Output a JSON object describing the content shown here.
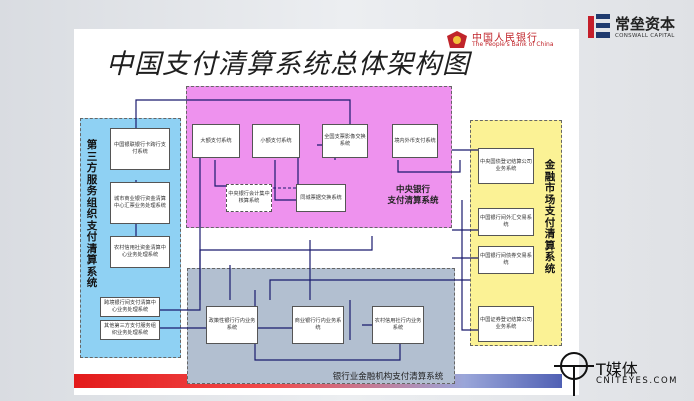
{
  "title": "中国支付清算系统总体架构图",
  "pboc": {
    "name_cn": "中国人民银行",
    "name_en": "The People's Bank of China"
  },
  "watermark_top": {
    "name_cn": "常垒资本",
    "name_en": "CONSWALL CAPITAL"
  },
  "watermark_bottom": {
    "name_cn": "T媒体",
    "name_en": "CNITEYES.COM"
  },
  "regions": {
    "central": "中央银行\n支付清算系统",
    "third_party": "第三方服务组织支付清算系统",
    "market": "金融市场支付清算系统",
    "banking": "银行业金融机构支付清算系统"
  },
  "central_boxes": {
    "hvps": "大额支付系统",
    "bepps": "小额支付系统",
    "ccms": "全国支票影像交换系统",
    "fx": "境内外币支付系统",
    "cbdc_central": "中央银行会计集中核算系统",
    "local": "同城票据交换系统"
  },
  "third_boxes": {
    "b1": "中国银联银行卡跨行支付系统",
    "b2": "城市商业银行资金清算中心汇票业务处理系统",
    "b3": "农村信用社资金清算中心业务处理系统",
    "b4": "跨境银行间支付清算中心业务处理系统",
    "b5": "其他第三方支付服务组织业务处理系统"
  },
  "market_boxes": {
    "m1": "中央国债登记结算公司业务系统",
    "m2": "中国银行间外汇交易系统",
    "m3": "中国银行间债券交易系统",
    "m4": "中国证券登记结算公司业务系统"
  },
  "bank_boxes": {
    "k1": "政策性银行行内业务系统",
    "k2": "商业银行行内业务系统",
    "k3": "农村信用社行内业务系统"
  },
  "colors": {
    "central": "#ee92ee",
    "third_party": "#8fd1f3",
    "market": "#fbf295",
    "banking": "#b2bfd0",
    "connector": "#1a1a6e"
  }
}
